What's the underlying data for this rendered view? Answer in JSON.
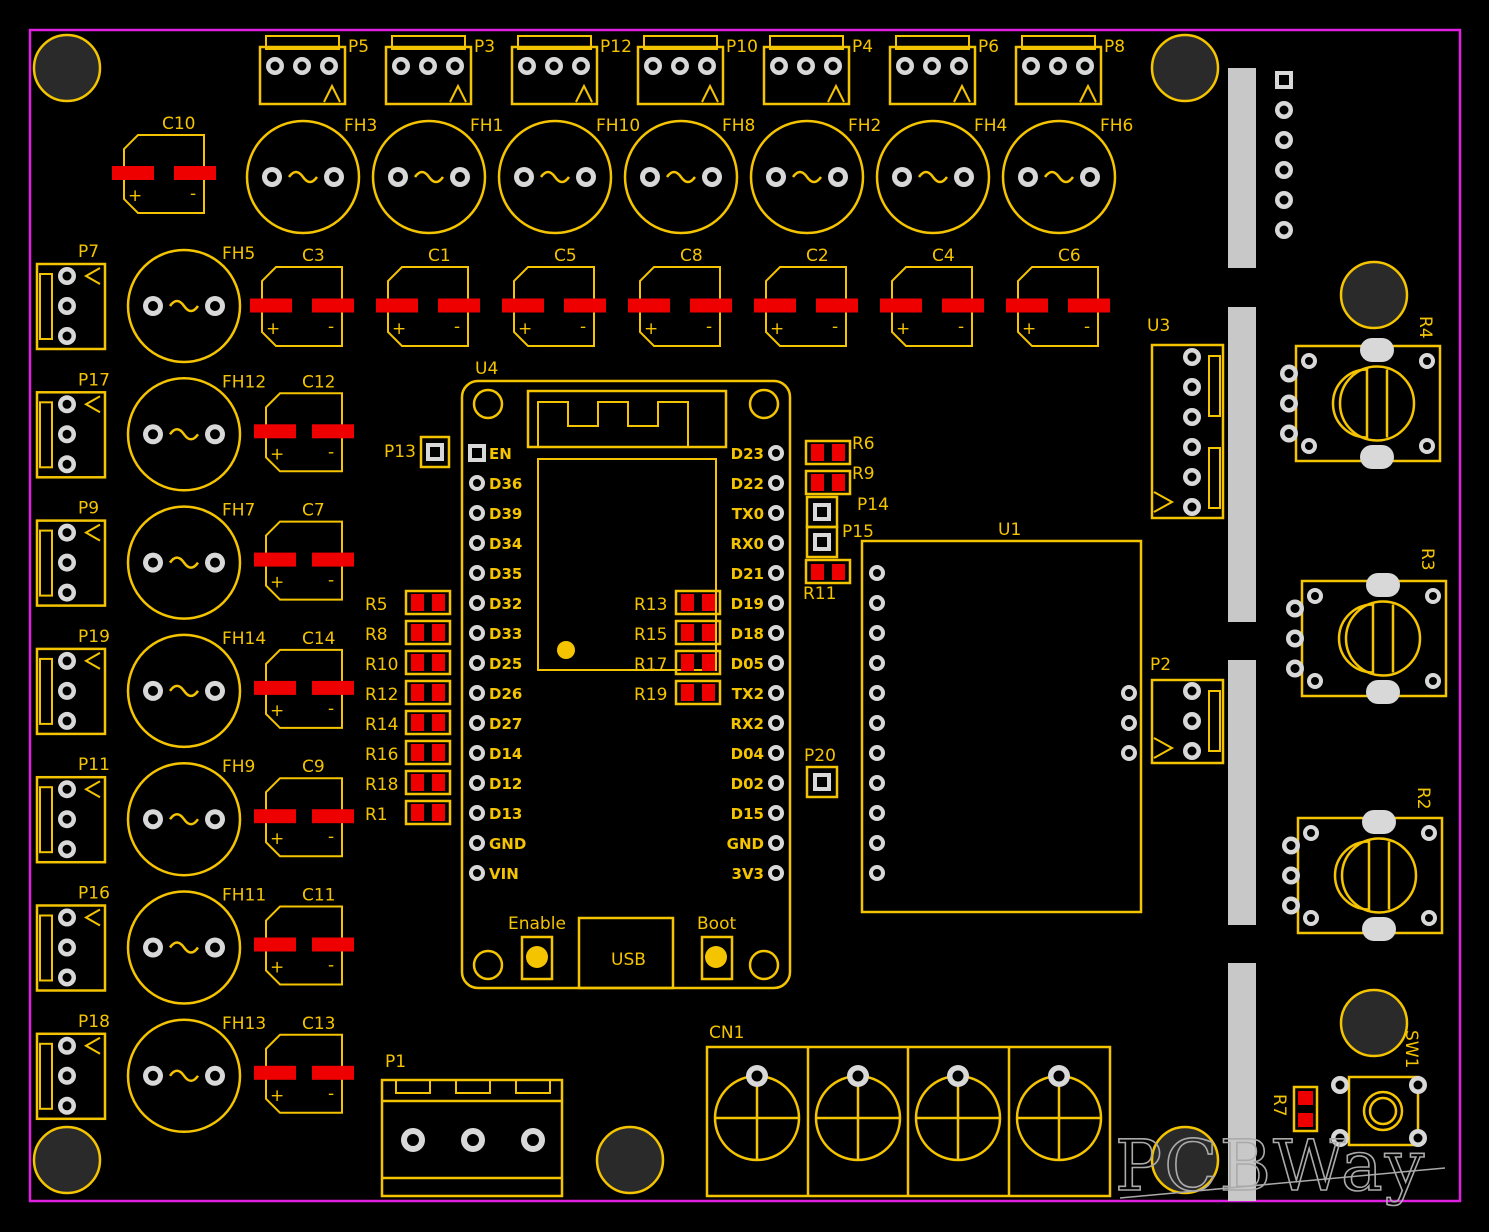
{
  "colors": {
    "background": "#000000",
    "board_outline": "#e020e0",
    "silkscreen": "#f5c400",
    "pad": "#d8d8d8",
    "smd_pad": "#ee0000",
    "heatsink": "#c8c8c8"
  },
  "top_connectors": [
    "P5",
    "P3",
    "P12",
    "P10",
    "P4",
    "P6",
    "P8"
  ],
  "top_fan_headers": [
    "FH3",
    "FH1",
    "FH10",
    "FH8",
    "FH2",
    "FH4",
    "FH6"
  ],
  "row_caps": [
    "C3",
    "C1",
    "C5",
    "C8",
    "C2",
    "C4",
    "C6"
  ],
  "cap_c10": "C10",
  "left_rows": [
    {
      "connector": "P7",
      "fan": "FH5",
      "cap": ""
    },
    {
      "connector": "P17",
      "fan": "FH12",
      "cap": "C12"
    },
    {
      "connector": "P9",
      "fan": "FH7",
      "cap": "C7"
    },
    {
      "connector": "P19",
      "fan": "FH14",
      "cap": "C14"
    },
    {
      "connector": "P11",
      "fan": "FH9",
      "cap": "C9"
    },
    {
      "connector": "P16",
      "fan": "FH11",
      "cap": "C11"
    },
    {
      "connector": "P18",
      "fan": "FH13",
      "cap": "C13"
    }
  ],
  "u4": {
    "ref": "U4",
    "left_pins": [
      "EN",
      "D36",
      "D39",
      "D34",
      "D35",
      "D32",
      "D33",
      "D25",
      "D26",
      "D27",
      "D14",
      "D12",
      "D13",
      "GND",
      "VIN"
    ],
    "right_pins": [
      "D23",
      "D22",
      "TX0",
      "RX0",
      "D21",
      "D19",
      "D18",
      "D05",
      "TX2",
      "RX2",
      "D04",
      "D02",
      "D15",
      "GND",
      "3V3"
    ],
    "enable_label": "Enable",
    "boot_label": "Boot",
    "usb_label": "USB"
  },
  "resistors_left": [
    "R5",
    "R8",
    "R10",
    "R12",
    "R14",
    "R16",
    "R18",
    "R1"
  ],
  "resistors_mid": [
    "R13",
    "R15",
    "R17",
    "R19"
  ],
  "resistors_right": [
    "R6",
    "R9"
  ],
  "r11": "R11",
  "headers": {
    "p13": "P13",
    "p14": "P14",
    "p15": "P15",
    "p20": "P20"
  },
  "u1": "U1",
  "u3": "U3",
  "p2": "P2",
  "pots": [
    "R4",
    "R3",
    "R2"
  ],
  "sw1": "SW1",
  "r7": "R7",
  "p1": "P1",
  "cn1": "CN1",
  "watermark": "PCBWay"
}
